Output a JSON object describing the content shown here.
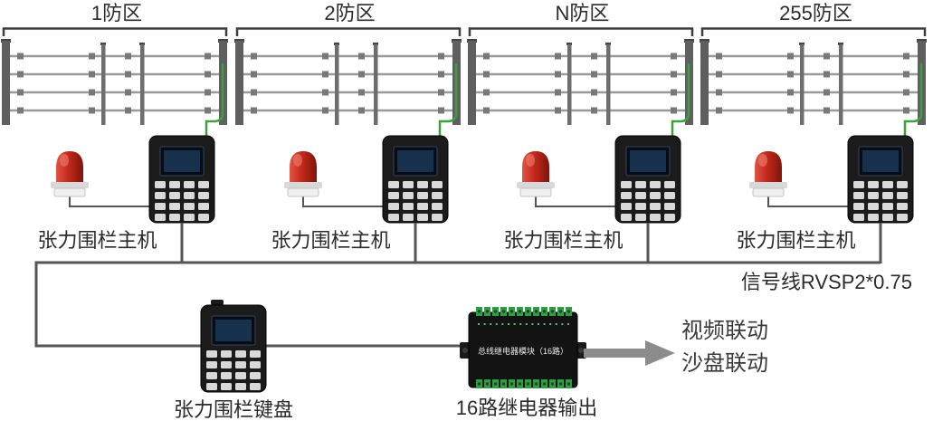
{
  "zones": [
    {
      "label": "1防区"
    },
    {
      "label": "2防区"
    },
    {
      "label": "N防区"
    },
    {
      "label": "255防区"
    }
  ],
  "devices": {
    "host_label": "张力围栏主机",
    "keyboard_label": "张力围栏键盘",
    "relay_label": "16路继电器输出",
    "relay_module_text": "总线继电器模块（16路）"
  },
  "wiring": {
    "signal_line_label": "信号线RVSP2*0.75"
  },
  "linkage": {
    "line1": "视频联动",
    "line2": "沙盘联动"
  },
  "colors": {
    "beacon_red": "#c3281b",
    "device_black": "#1b1b1b",
    "line_gray": "#555555",
    "green_wire": "#3f9e3f",
    "terminal_green": "#2f9e43",
    "arrow_gray": "#8c8c8c"
  }
}
